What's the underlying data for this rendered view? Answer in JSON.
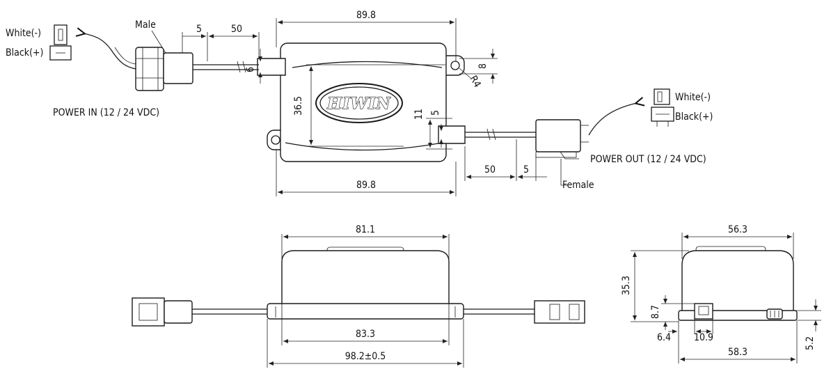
{
  "brand": "HIWIN",
  "top_view": {
    "width_top": "89.8",
    "width_bottom": "89.8",
    "height": "36.5",
    "ear_height": "8",
    "ear_radius": "R4",
    "cable_dia_in": "6",
    "cable_dia_out": "5",
    "out_offset": "11",
    "in_lengths": [
      "5",
      "50"
    ],
    "out_lengths": [
      "50",
      "5"
    ]
  },
  "connectors": {
    "male_label": "Male",
    "female_label": "Female",
    "in_white": "White(-)",
    "in_black": "Black(+)",
    "out_white": "White(-)",
    "out_black": "Black(+)",
    "power_in": "POWER IN (12 / 24 VDC)",
    "power_out": "POWER OUT (12 / 24 VDC)"
  },
  "front_view": {
    "top_width": "81.1",
    "base_width": "83.3",
    "total_width": "98.2±0.5"
  },
  "side_view": {
    "top_width": "56.3",
    "height": "35.3",
    "port_height": "8.7",
    "port_offset": "6.4",
    "port_width": "10.9",
    "base_width": "58.3",
    "ear_height": "5.2"
  },
  "colors": {
    "line": "#1a1a1a",
    "background": "#ffffff"
  }
}
